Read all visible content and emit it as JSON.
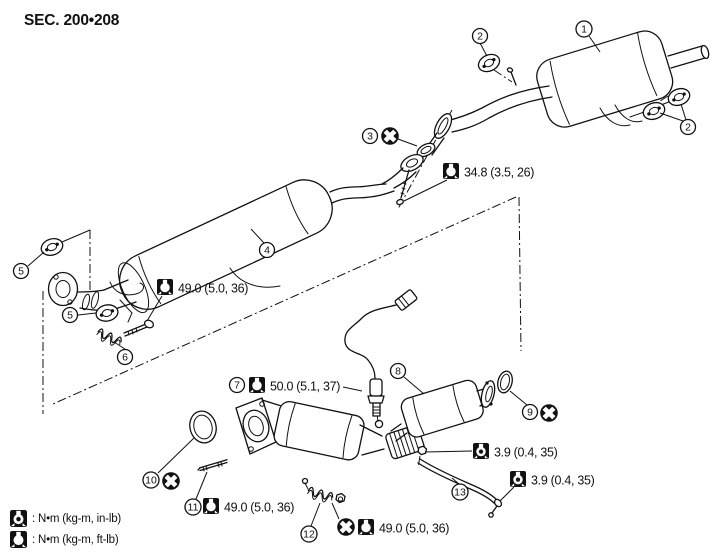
{
  "header": {
    "section": "SEC. 200•208"
  },
  "colors": {
    "ink": "#111111",
    "paper": "#ffffff"
  },
  "callouts": {
    "c1": "1",
    "c2a": "2",
    "c2b": "2",
    "c3": "3",
    "c4": "4",
    "c5a": "5",
    "c5b": "5",
    "c6": "6",
    "c7": "7",
    "c8": "8",
    "c9": "9",
    "c10": "10",
    "c11": "11",
    "c12": "12",
    "c13": "13"
  },
  "torques": {
    "muffler_joint": "34.8 (3.5, 26)",
    "center_spring_bolt": "49.0 (5.0, 36)",
    "o2_sensor": "50.0 (5.1, 37)",
    "support_nut_upper": "3.9 (0.4, 35)",
    "support_bolt_lower": "3.9 (0.4, 35)",
    "front_stud": "49.0 (5.0, 36)",
    "front_spring_nut": "49.0 (5.0, 36)"
  },
  "legend": [
    {
      "icon": "torque-in-lb-icon",
      "label": ": N•m (kg-m, in-lb)"
    },
    {
      "icon": "torque-ft-lb-icon",
      "label": ": N•m (kg-m, ft-lb)"
    }
  ]
}
